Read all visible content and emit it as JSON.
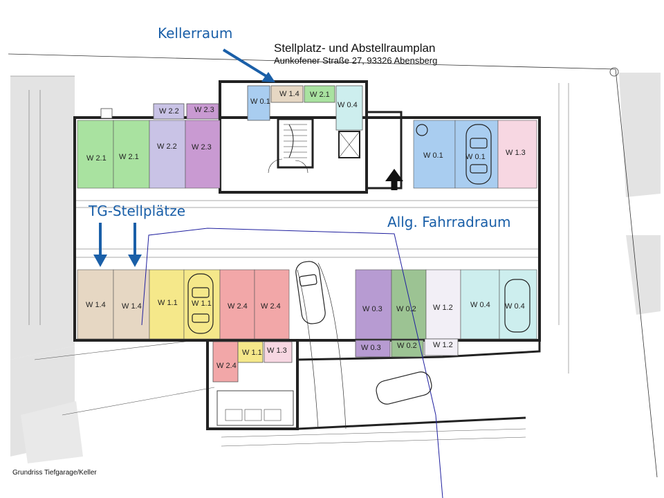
{
  "header": {
    "title": "Stellplatz- und Abstellraumplan",
    "address": "Aunkofener Straße 27, 93326 Abensberg"
  },
  "annotations": {
    "kellerraum": "Kellerraum",
    "stellplaetze": "TG-Stellplätze",
    "fahrradraum": "Allg. Fahrradraum"
  },
  "caption": "Grundriss Tiefgarage/Keller",
  "colors": {
    "W 2.1": "#a9e2a0",
    "W 2.2": "#c9c3e6",
    "W 2.3": "#c99ad2",
    "W 0.1": "#a9cdf0",
    "W 1.3": "#f7d7e2",
    "W 1.4": "#e6d7c3",
    "W 1.1": "#f5e88a",
    "W 2.4": "#f2a7a8",
    "W 0.3": "#b79bd2",
    "W 0.2": "#9cc393",
    "W 1.2": "#f2eff6",
    "W 0.4": "#cdeeee"
  },
  "rooms": {
    "top_row": [
      "W 2.1",
      "W 2.1",
      "W 2.2",
      "W 2.3",
      "W 0.1",
      "W 0.1",
      "W 1.3"
    ],
    "top_storage": [
      "W 2.2",
      "W 2.3",
      "W 1.4",
      "W 2.1",
      "W 0.1",
      "W 0.4"
    ],
    "bottom_row": [
      "W 1.4",
      "W 1.4",
      "W 1.1",
      "W 1.1",
      "W 2.4",
      "W 2.4",
      "W 0.3",
      "W 0.2",
      "W 1.2",
      "W 0.4",
      "W 0.4"
    ],
    "bottom_storage": [
      "W 2.4",
      "W 1.1",
      "W 1.3",
      "W 0.3",
      "W 0.2",
      "W 1.2"
    ]
  }
}
